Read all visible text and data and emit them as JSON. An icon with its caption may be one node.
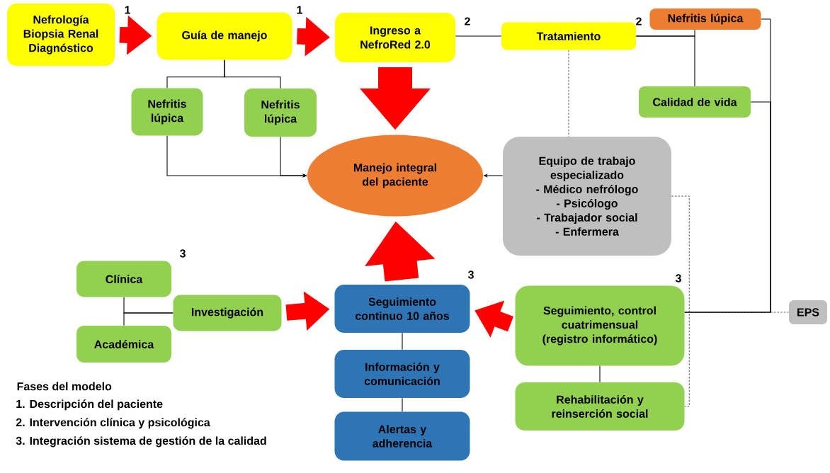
{
  "diagram": {
    "nodes": [
      {
        "text": [
          "Nefrología Biopsia Renal Diagnóstico"
        ]
      },
      {
        "text": [
          "Guía de manejo"
        ]
      },
      {
        "text": [
          "Ingreso a NefroRed 2.0"
        ]
      },
      {
        "text": [
          "Tratamiento"
        ]
      },
      {
        "text": [
          "Nefritis lúpica"
        ]
      },
      {
        "text": [
          "Nefritis lúpica"
        ]
      },
      {
        "text": [
          "Nefritis lúpica"
        ]
      },
      {
        "text": [
          "Calidad de vida"
        ]
      },
      {
        "text": [
          "Manejo integral del paciente"
        ]
      },
      {
        "text": [
          "Equipo de trabajo especializado",
          "- Médico nefrólogo",
          "- Psicólogo",
          "- Trabajador social",
          "- Enfermera"
        ]
      },
      {
        "text": [
          "Clínica"
        ]
      },
      {
        "text": [
          "Investigación"
        ]
      },
      {
        "text": [
          "Académica"
        ]
      },
      {
        "text": [
          "Seguimiento continuo 10 años"
        ]
      },
      {
        "text": [
          "Información y comunicación"
        ]
      },
      {
        "text": [
          "Alertas y adherencia"
        ]
      },
      {
        "text": [
          "Seguimiento, control cuatrimensual (registro informático)"
        ]
      },
      {
        "text": [
          "Rehabilitación y reinserción social"
        ]
      },
      {
        "text": [
          "EPS"
        ]
      }
    ],
    "edges": [
      {
        "from": 0,
        "to": 1,
        "arrow": "to",
        "style": "thick",
        "color": "#ff0000"
      },
      {
        "from": 1,
        "to": 2,
        "arrow": "to",
        "style": "thick",
        "color": "#ff0000"
      },
      {
        "from": 2,
        "to": 8,
        "arrow": "to",
        "style": "thick",
        "color": "#ff0000"
      },
      {
        "from": 1,
        "to": 5,
        "arrow": "none"
      },
      {
        "from": 1,
        "to": 6,
        "arrow": "none"
      },
      {
        "from": 5,
        "to": 8,
        "arrow": "to"
      },
      {
        "from": 6,
        "to": 8,
        "arrow": "to"
      },
      {
        "from": 2,
        "to": 3,
        "arrow": "none"
      },
      {
        "from": 3,
        "to": 4,
        "arrow": "none"
      },
      {
        "from": 3,
        "to": 7,
        "arrow": "none"
      },
      {
        "from": 3,
        "to": 9,
        "arrow": "none",
        "style": "dashed"
      },
      {
        "from": 9,
        "to": 8,
        "arrow": "to"
      },
      {
        "from": 9,
        "to": 17,
        "arrow": "none",
        "style": "dashed"
      },
      {
        "from": 10,
        "to": 11,
        "arrow": "none"
      },
      {
        "from": 12,
        "to": 11,
        "arrow": "none"
      },
      {
        "from": 11,
        "to": 13,
        "arrow": "to",
        "style": "thick",
        "color": "#ff0000"
      },
      {
        "from": 16,
        "to": 13,
        "arrow": "to",
        "style": "thick",
        "color": "#ff0000"
      },
      {
        "from": 13,
        "to": 8,
        "arrow": "to",
        "style": "thick",
        "color": "#ff0000"
      },
      {
        "from": 13,
        "to": 14,
        "arrow": "none"
      },
      {
        "from": 14,
        "to": 15,
        "arrow": "none"
      },
      {
        "from": 16,
        "to": 17,
        "arrow": "none"
      },
      {
        "from": 4,
        "to": 16,
        "arrow": "none"
      },
      {
        "from": 7,
        "to": 16,
        "arrow": "none"
      },
      {
        "from": 16,
        "to": 18,
        "arrow": "none",
        "style": "dashed"
      }
    ],
    "labels": [
      "1",
      "1",
      "2",
      "2",
      "3",
      "3",
      "3",
      "Fases del modelo",
      "1. Descripción del paciente",
      "2. Intervención clínica y psicológica",
      "3. Integración sistema de gestión de la calidad"
    ]
  }
}
